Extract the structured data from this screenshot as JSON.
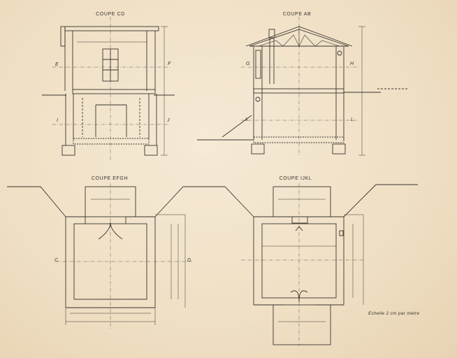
{
  "sections": {
    "cd": "COUPE CD",
    "ab": "COUPE AB",
    "efgh": "COUPE EFGH",
    "ijkl": "COUPE IJKL"
  },
  "markers": {
    "e": "E",
    "f": "F",
    "i": "I",
    "j": "J",
    "g": "G",
    "h": "H",
    "k": "K",
    "l": "L",
    "c": "C",
    "d": "D"
  },
  "scale_note": "Echelle 2 cm par mètre",
  "colors": {
    "paper": "#f1e3cb",
    "ink": "#3a3530",
    "ink_light": "#6e665c"
  }
}
